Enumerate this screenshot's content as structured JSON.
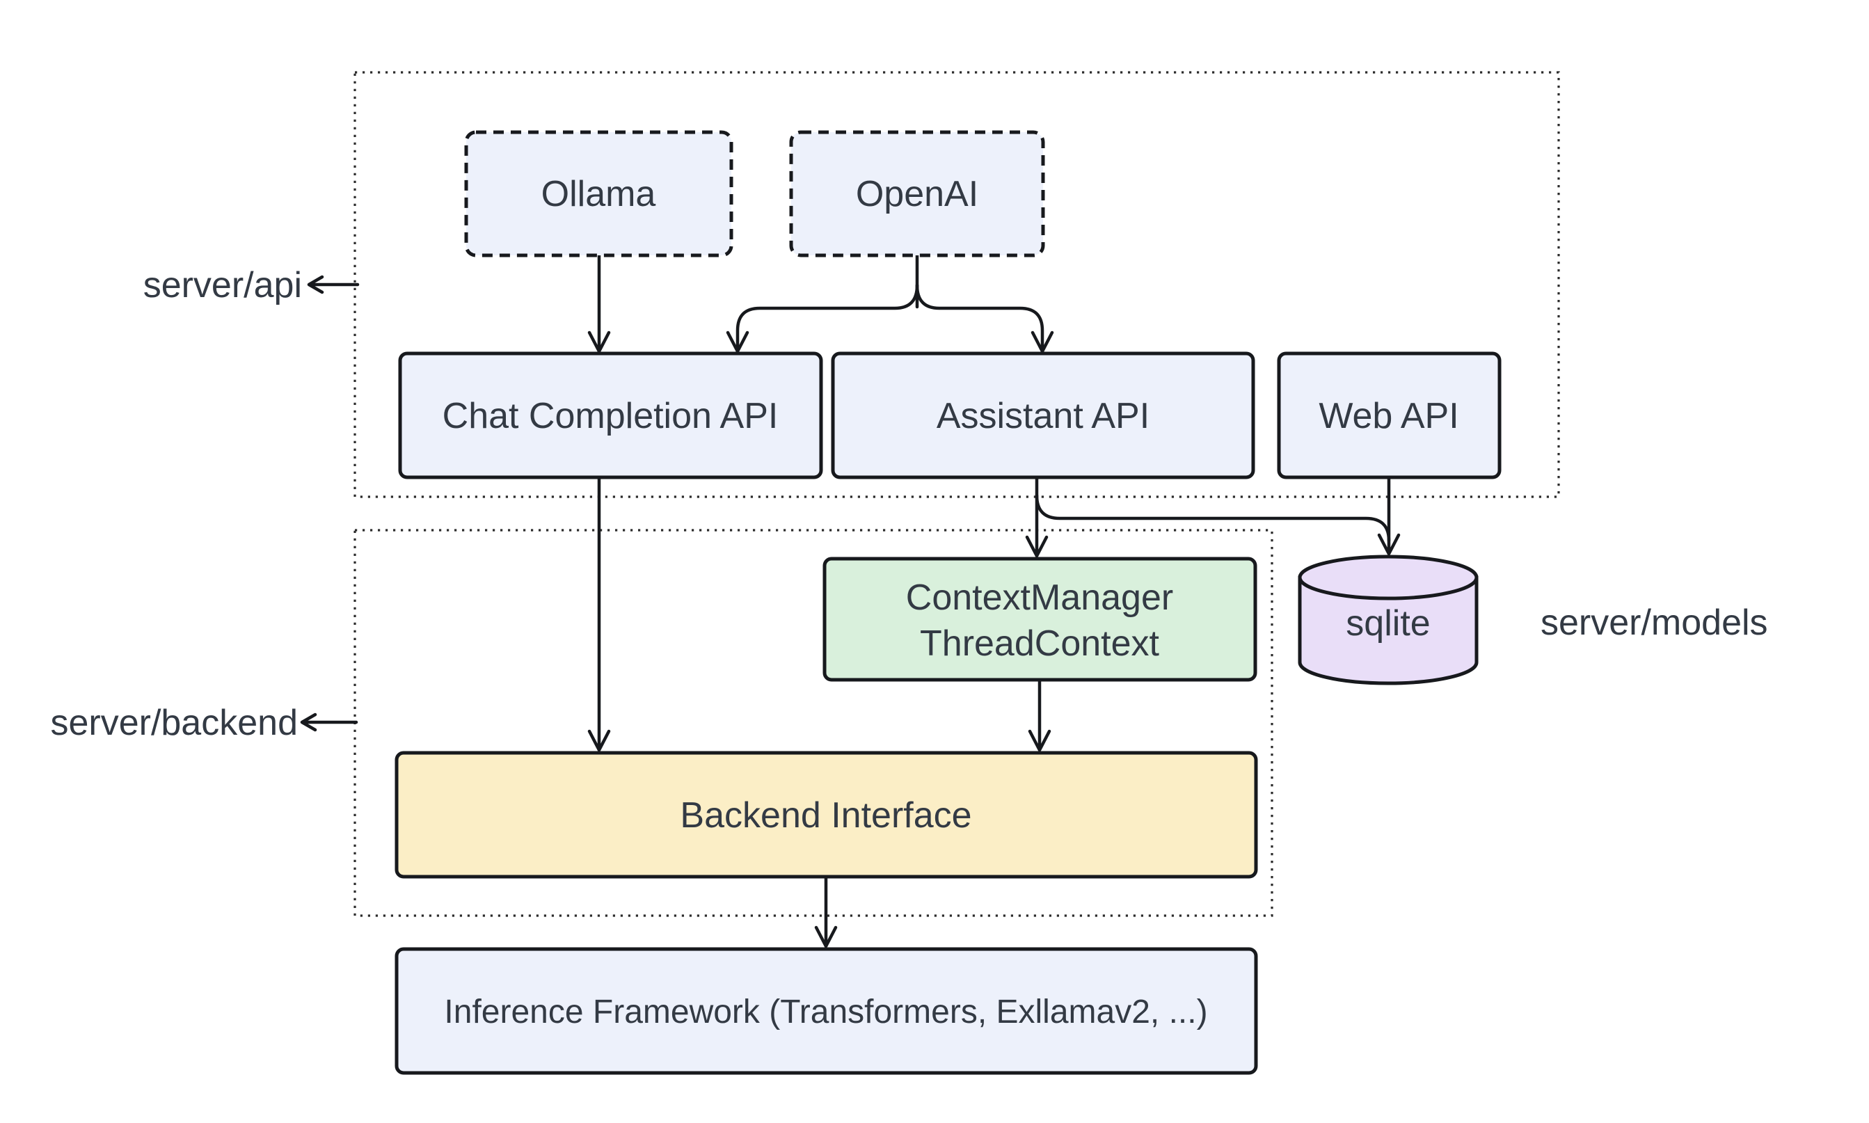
{
  "diagram": {
    "type": "architecture-flowchart",
    "background": "#ffffff",
    "colors": {
      "node_stroke": "#17191d",
      "container_stroke": "#2b2b2b",
      "edge_stroke": "#17191d",
      "text": "#333a44",
      "blue_fill": "#edf1fb",
      "green_fill": "#d9f0dc",
      "yellow_fill": "#fbeec6",
      "purple_fill": "#e9def8"
    },
    "side_labels": {
      "server_api": "server/api",
      "server_backend": "server/backend",
      "server_models": "server/models"
    },
    "nodes": {
      "ollama": {
        "label": "Ollama",
        "fill": "#edf1fb",
        "border": "dashed"
      },
      "openai": {
        "label": "OpenAI",
        "fill": "#edf1fb",
        "border": "dashed"
      },
      "chat_completion_api": {
        "label": "Chat Completion API",
        "fill": "#edf1fb",
        "border": "solid"
      },
      "assistant_api": {
        "label": "Assistant API",
        "fill": "#edf1fb",
        "border": "solid"
      },
      "web_api": {
        "label": "Web API",
        "fill": "#edf1fb",
        "border": "solid"
      },
      "context_manager": {
        "lines": [
          "ContextManager",
          "ThreadContext"
        ],
        "fill": "#d9f0dc",
        "border": "solid"
      },
      "sqlite": {
        "label": "sqlite",
        "fill": "#e9def8",
        "shape": "cylinder"
      },
      "backend_interface": {
        "label": "Backend Interface",
        "fill": "#fbeec6",
        "border": "solid"
      },
      "inference_framework": {
        "label": "Inference Framework (Transformers, Exllamav2, ...)",
        "fill": "#edf1fb",
        "border": "solid"
      }
    },
    "edges": [
      {
        "from": "Ollama",
        "to": "Chat Completion API"
      },
      {
        "from": "OpenAI",
        "to": "Chat Completion API"
      },
      {
        "from": "OpenAI",
        "to": "Assistant API"
      },
      {
        "from": "Chat Completion API",
        "to": "Backend Interface"
      },
      {
        "from": "Assistant API",
        "to": "ContextManager ThreadContext"
      },
      {
        "from": "Assistant API",
        "to": "sqlite"
      },
      {
        "from": "Web API",
        "to": "sqlite"
      },
      {
        "from": "ContextManager ThreadContext",
        "to": "Backend Interface"
      },
      {
        "from": "Backend Interface",
        "to": "Inference Framework (Transformers, Exllamav2, ...)"
      }
    ]
  }
}
